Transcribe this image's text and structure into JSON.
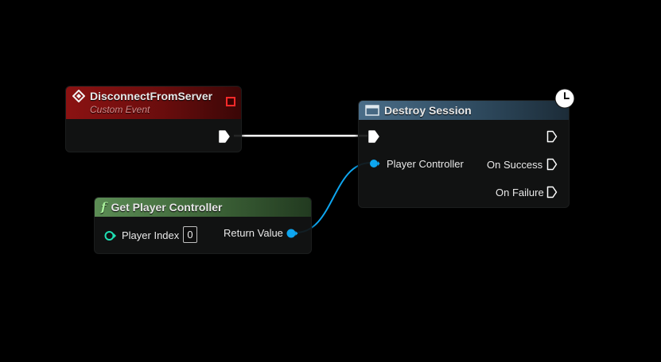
{
  "nodes": {
    "custom_event": {
      "title": "DisconnectFromServer",
      "subtitle": "Custom Event",
      "header_color": "#8b1212",
      "icon": "custom-event-diamond-icon"
    },
    "destroy_session": {
      "title": "Destroy Session",
      "header_color": "#4a6d88",
      "icon": "function-box-icon",
      "latent_icon": "clock-icon",
      "pins": {
        "player_controller": "Player Controller",
        "on_success": "On Success",
        "on_failure": "On Failure"
      }
    },
    "get_player_controller": {
      "title": "Get Player Controller",
      "header_color": "#5c8d55",
      "icon": "pure-function-icon",
      "pins": {
        "player_index_label": "Player Index",
        "player_index_value": "0",
        "return_value": "Return Value"
      }
    }
  },
  "colors": {
    "exec_wire": "#ffffff",
    "object_pin": "#0ea6f0",
    "int_pin": "#1fe0b4"
  }
}
